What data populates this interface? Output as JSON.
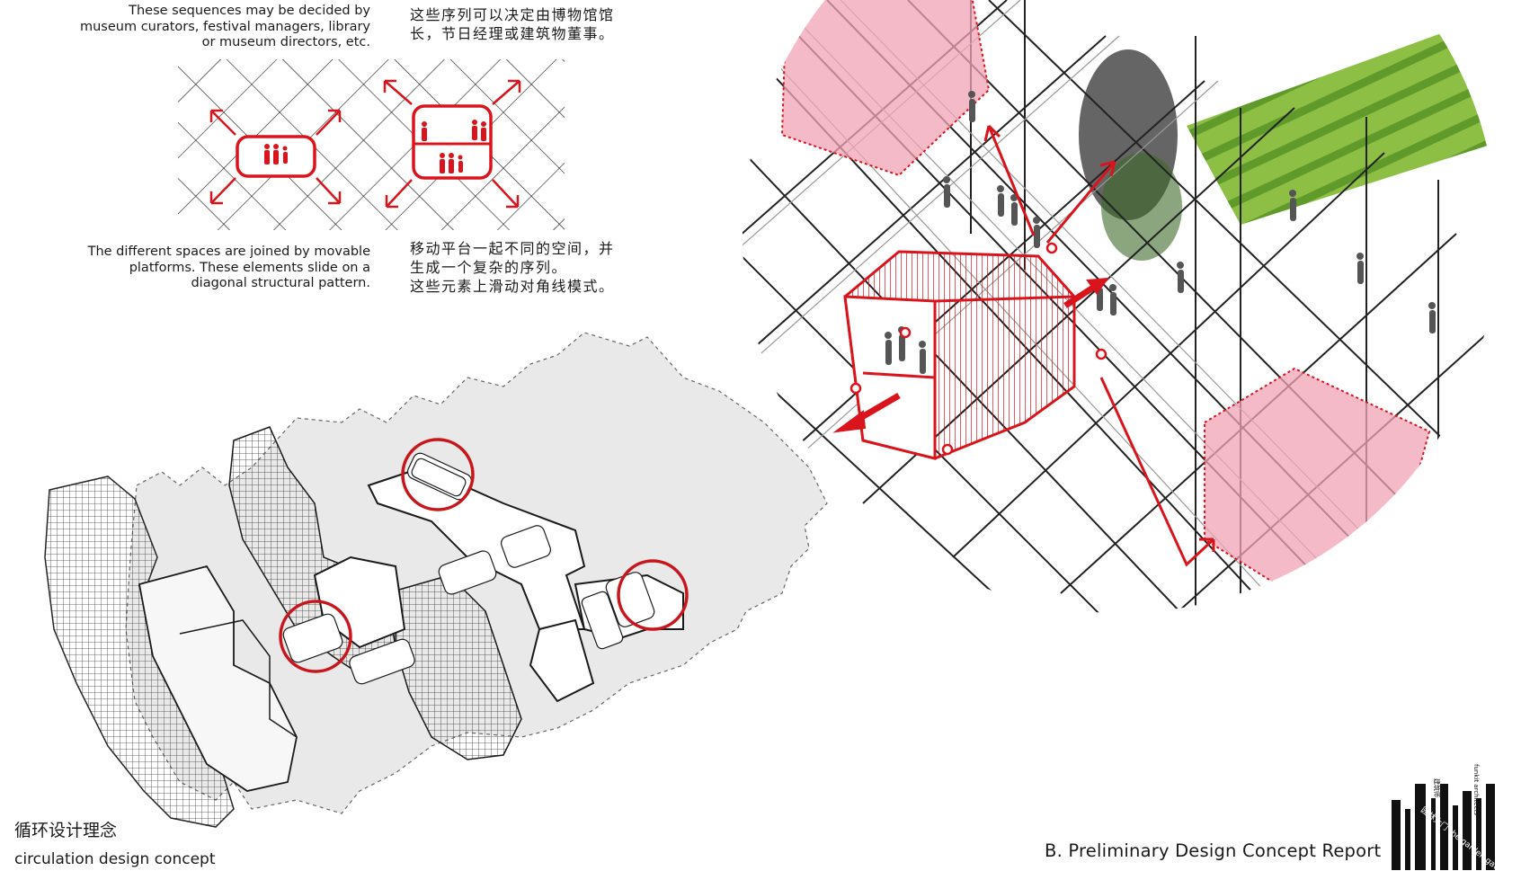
{
  "top_notes": {
    "sequence_en": [
      "These sequences may be decided by",
      "museum curators, festival managers, library",
      "or museum directors, etc."
    ],
    "sequence_zh": [
      "这些序列可以决定由博物馆馆",
      "长，节日经理或建筑物董事。"
    ],
    "platform_en": [
      "The different spaces are joined by movable",
      "platforms. These elements slide on a",
      "diagonal structural pattern."
    ],
    "platform_zh": [
      "移动平台一起不同的空间，并",
      "生成一个复杂的序列。",
      "这些元素上滑动对角线模式。"
    ]
  },
  "captions": {
    "title_zh": "循环设计理念",
    "title_en": "circulation design concept",
    "report": "B. Preliminary Design Concept Report"
  },
  "logo": {
    "vertical_1": "建筑师",
    "vertical_2": "funkit architects",
    "diagonal": "园林大门 the garden gates"
  },
  "colors": {
    "accent_red": "#d9141c",
    "pink_fill": "#f2a3b5",
    "paper_gray": "#e9e9e9",
    "line": "#1a1a1a",
    "green": "#7fb43a"
  }
}
